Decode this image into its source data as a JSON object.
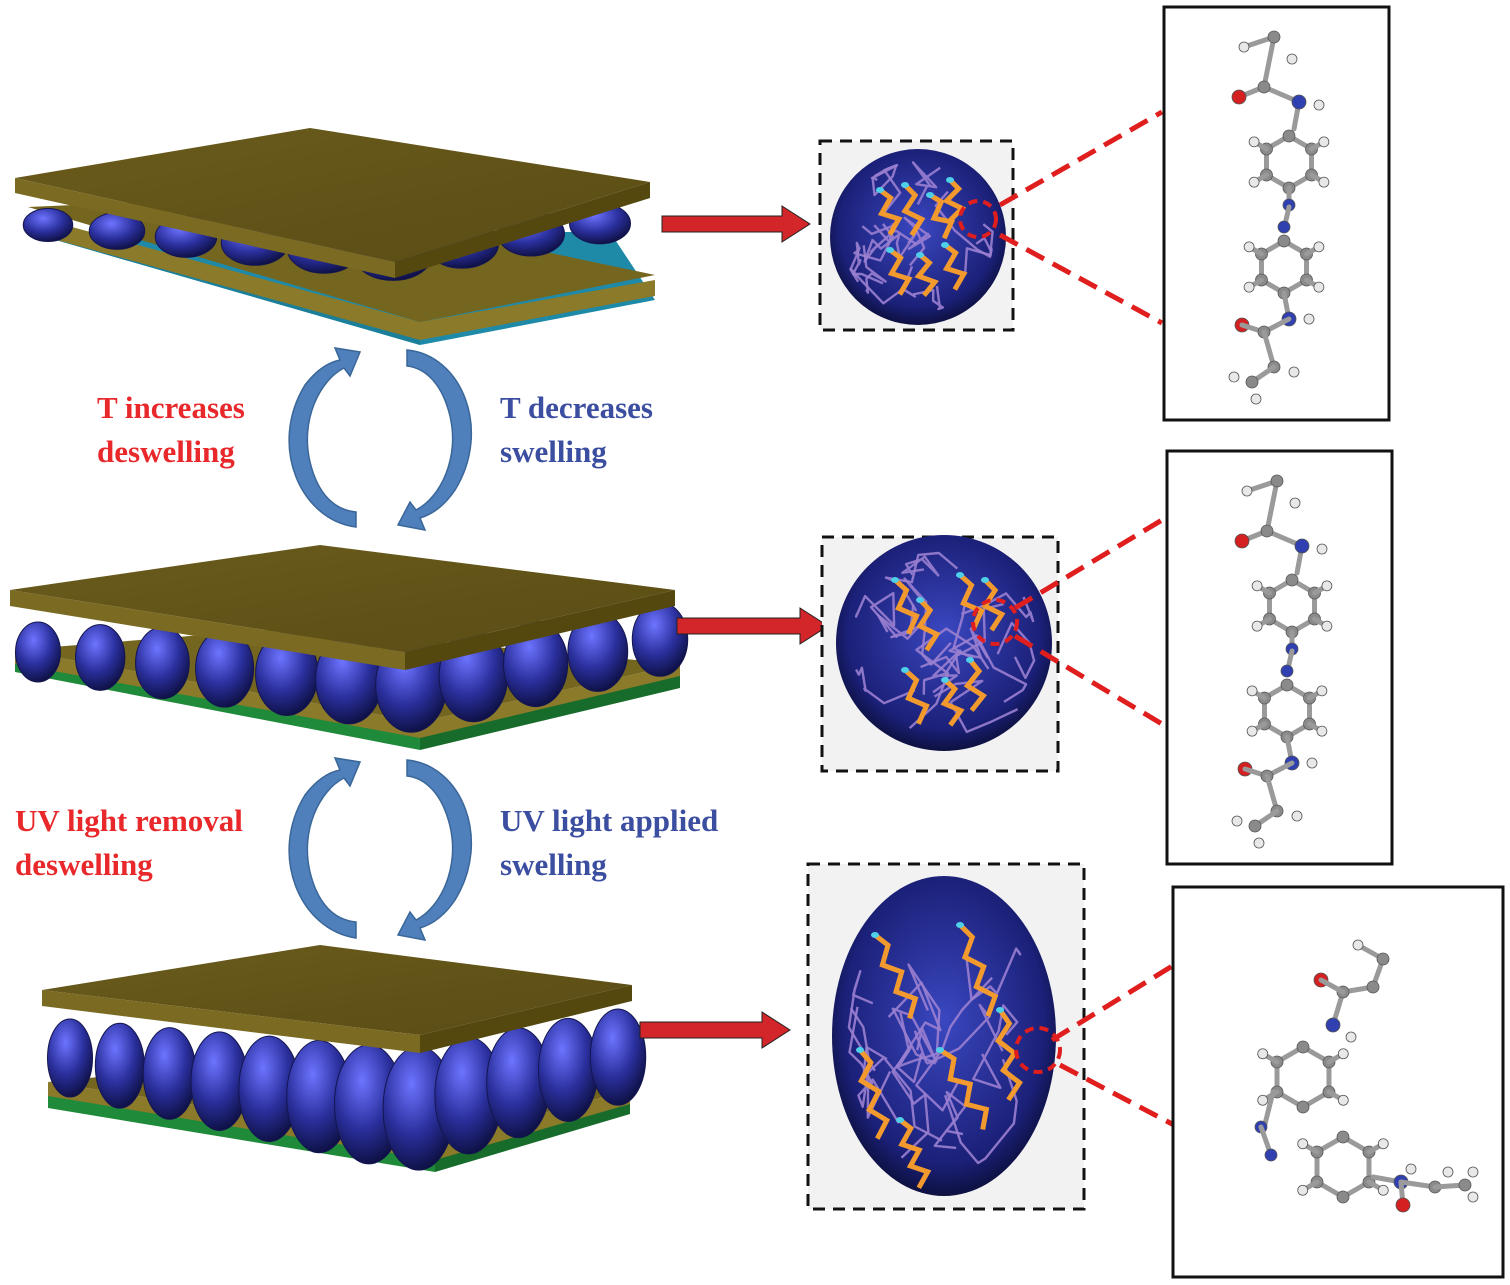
{
  "labels": {
    "t_increase_line1": "T increases",
    "t_increase_line2": "deswelling",
    "t_decrease_line1": "T decreases",
    "t_decrease_line2": "swelling",
    "uv_removal_line1": "UV light removal",
    "uv_removal_line2": "deswelling",
    "uv_applied_line1": "UV light applied",
    "uv_applied_line2": "swelling"
  },
  "states": [
    {
      "state": "deswollen (high T)",
      "microgels_per_row": 9
    },
    {
      "state": "swollen (low T)",
      "microgels_per_row": 11
    },
    {
      "state": "swollen further (UV applied)",
      "microgels_per_row": 12
    }
  ],
  "molecule_configurations": [
    "trans-azobenzene",
    "trans-azobenzene",
    "cis-azobenzene"
  ],
  "colors": {
    "plate": "#6e5f1f",
    "microgel": "#2a2f9c",
    "arrow": "#d2262a",
    "cycle_arrow": "#4f80bc",
    "red_text": "#e8282a",
    "blue_text": "#3b4ea0",
    "crosslinker": "#f29a2e",
    "polymer": "#9a7fd0"
  }
}
